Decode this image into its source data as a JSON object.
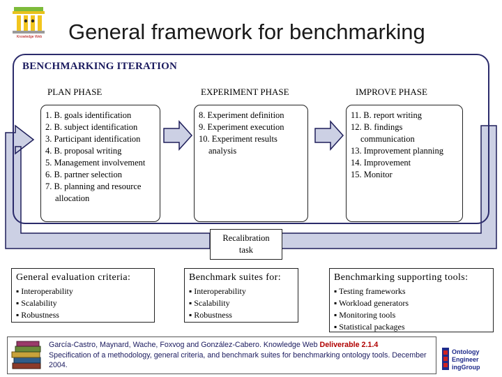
{
  "title": "General framework for benchmarking",
  "logo": {
    "caption": "Knowledge Web",
    "icon": "knowledge-web-logo-icon"
  },
  "iteration": {
    "label": "BENCHMARKING ITERATION"
  },
  "phases": [
    {
      "heading": "PLAN PHASE",
      "lines": [
        "1. B. goals identification",
        "2. B. subject identification",
        "3. Participant identification",
        "4. B. proposal writing",
        "5. Management involvement",
        "6. B. partner selection",
        "7. B. planning and resource",
        "allocation"
      ]
    },
    {
      "heading": "EXPERIMENT PHASE",
      "lines": [
        "8. Experiment definition",
        "9. Experiment execution",
        "10. Experiment results",
        "analysis"
      ]
    },
    {
      "heading": "IMPROVE PHASE",
      "lines": [
        "11. B. report writing",
        "12. B. findings",
        "communication",
        "13. Improvement planning",
        "14. Improvement",
        "15. Monitor"
      ]
    }
  ],
  "recalibration": {
    "line1": "Recalibration",
    "line2": "task"
  },
  "criteria": [
    {
      "heading": "General evaluation criteria:",
      "items": [
        "▪ Interoperability",
        "▪ Scalability",
        "▪ Robustness"
      ]
    },
    {
      "heading": "Benchmark suites for:",
      "items": [
        "▪ Interoperability",
        "▪ Scalability",
        "▪ Robustness"
      ]
    },
    {
      "heading": "Benchmarking supporting tools:",
      "items": [
        "▪ Testing frameworks",
        "▪ Workload generators",
        "▪ Monitoring tools",
        "▪ Statistical packages"
      ]
    }
  ],
  "reference": {
    "part1": "García-Castro, Maynard, Wache, Foxvog and González-Cabero. Knowledge Web ",
    "highlight": "Deliverable 2.1.4",
    "part2": "Specification of a methodology, general criteria, and benchmark suites for benchmarking ontology tools. December 2004."
  },
  "right_logo": {
    "line1": "Ontology",
    "line2": "Engineer",
    "line3": "ingGroup"
  },
  "colors": {
    "arrow_fill": "#ccd0e4",
    "arrow_stroke": "#1e1e5a",
    "frame": "#2b2b6b",
    "highlight": "#b00000"
  }
}
